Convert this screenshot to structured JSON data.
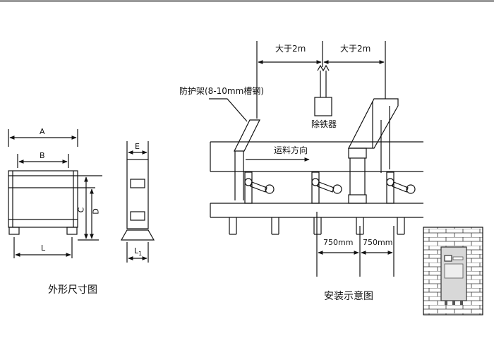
{
  "left_drawing": {
    "dims": {
      "a": "A",
      "b": "B",
      "c": "C",
      "d": "D",
      "l": "L",
      "e": "E",
      "l1": "L",
      "l1_sub": "1"
    },
    "caption": "外形尺寸图"
  },
  "right_drawing": {
    "distance_left": "大于2m",
    "distance_right": "大于2m",
    "guard_label": "防护架(8-10mm槽钢)",
    "separator_label": "除铁器",
    "flow_label": "运料方向",
    "spacing_left": "750mm",
    "spacing_right": "750mm",
    "caption": "安装示意图"
  },
  "colors": {
    "line": "#111111",
    "control_box": "#d8d8d8",
    "background": "#ffffff"
  }
}
